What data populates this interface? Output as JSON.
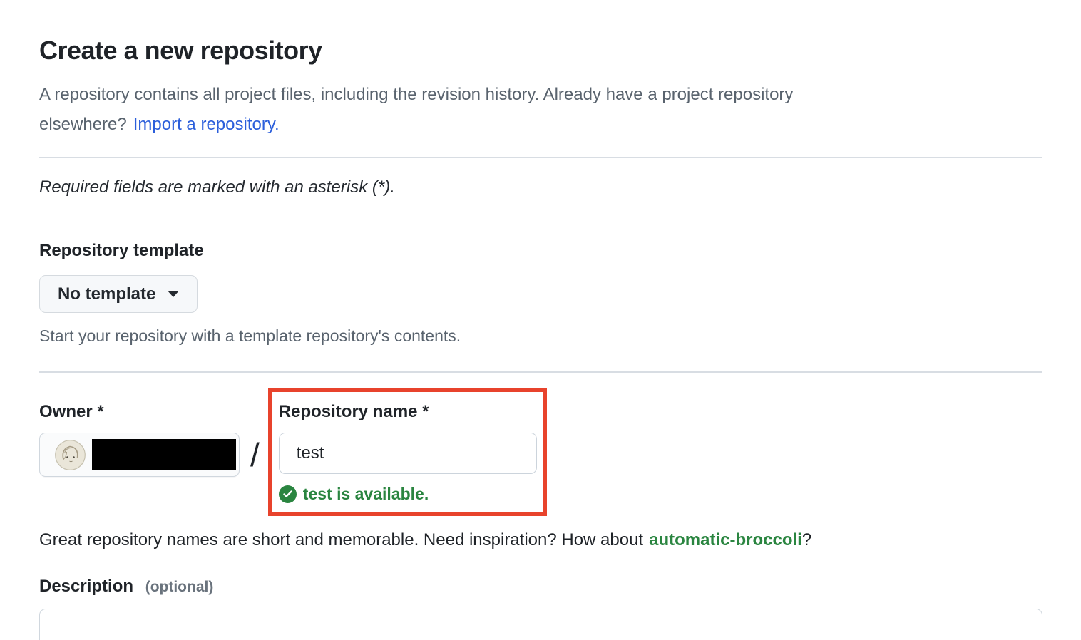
{
  "page": {
    "title": "Create a new repository",
    "intro": {
      "line1": "A repository contains all project files, including the revision history. Already have a project repository",
      "line2_prefix": "elsewhere?",
      "import_link": "Import a repository."
    },
    "required_note": "Required fields are marked with an asterisk (*).",
    "template_section": {
      "heading": "Repository template",
      "dropdown_label": "No template",
      "help": "Start your repository with a template repository's contents."
    },
    "owner_section": {
      "owner_label": "Owner *",
      "separator": "/",
      "repo_name_label": "Repository name *",
      "repo_name_value": "test",
      "availability_message": "test is available."
    },
    "suggestion": {
      "prefix": "Great repository names are short and memorable. Need inspiration? How about",
      "suggested_name": "automatic-broccoli",
      "suffix": "?"
    },
    "description_section": {
      "label": "Description",
      "optional_hint": "(optional)",
      "value": ""
    },
    "colors": {
      "accent_link": "#2c5fdb",
      "success_green": "#2a8540",
      "annotation_red": "#e8432c"
    },
    "icons": {
      "chevron_down": "caret-down",
      "check_circle": "check-circle-fill",
      "avatar": "user-avatar"
    }
  }
}
